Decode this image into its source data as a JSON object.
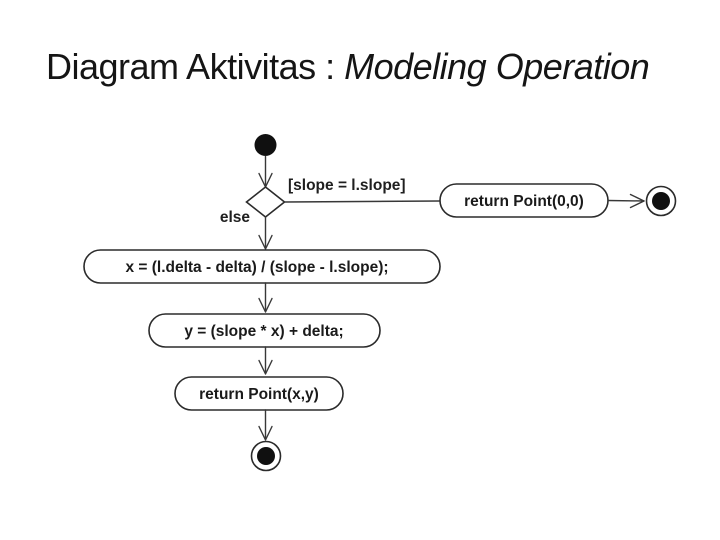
{
  "slide": {
    "title_prefix": "Diagram Aktivitas : ",
    "title_emphasis": "Modeling Operation"
  },
  "colors": {
    "background": "#ffffff",
    "line": "#2b2b2b",
    "text": "#1a1a1a"
  },
  "diagram": {
    "type": "uml-activity-diagram",
    "decision": {
      "guard_true": "[slope = l.slope]",
      "guard_else": "else"
    },
    "actions": [
      {
        "id": "return-origin",
        "label": "return Point(0,0)"
      },
      {
        "id": "compute-x",
        "label": "x = (l.delta - delta) / (slope - l.slope);"
      },
      {
        "id": "compute-y",
        "label": "y = (slope * x) + delta;"
      },
      {
        "id": "return-point",
        "label": "return Point(x,y)"
      }
    ]
  }
}
